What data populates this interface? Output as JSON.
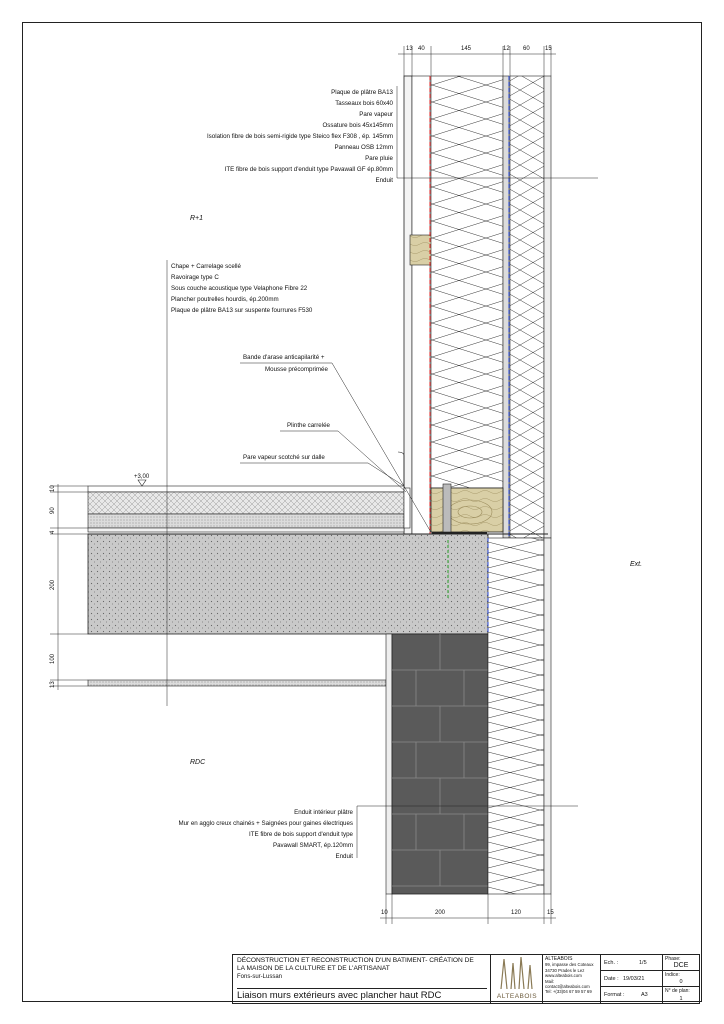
{
  "levels": {
    "upper": "R+1",
    "lower": "RDC",
    "exterior": "Ext."
  },
  "elevation": "+3,00",
  "dims_top": [
    "13",
    "40",
    "145",
    "12",
    "60",
    "15"
  ],
  "dims_left": [
    "10",
    "90",
    "4",
    "200",
    "100",
    "13"
  ],
  "dims_bottom": [
    "10",
    "200",
    "120",
    "15"
  ],
  "notes_upper_wall": [
    "Plaque de plâtre BA13",
    "Tasseaux bois 60x40",
    "Pare vapeur",
    "Ossature bois 45x145mm",
    "Isolation fibre de bois semi-rigide type Steico flex F308 , ép. 145mm",
    "Panneau OSB 12mm",
    "Pare pluie",
    "ITE fibre de bois support d'enduit type Pavawall GF ép.80mm",
    "Enduit"
  ],
  "notes_floor": [
    "Chape + Carrelage scellé",
    "Ravoirage type C",
    "Sous couche acoustique type Velaphone Fibre 22",
    "Plancher poutrelles hourdis, ép.200mm",
    "Plaque de plâtre BA13 sur suspente fourrures F530"
  ],
  "callouts": {
    "bande_1": "Bande d'arase anticapilarité +",
    "bande_2": "Mousse précomprimée",
    "plinthe": "Plinthe carrelée",
    "pare_vapeur": "Pare vapeur scotché sur dalle"
  },
  "notes_lower_wall": [
    "Enduit intérieur plâtre",
    "Mur en agglo creux chainés + Saignées pour gaines électriques",
    "ITE fibre de bois support d'enduit type",
    "Pavawall SMART, ép.120mm",
    "Enduit"
  ],
  "title_block": {
    "project_line1": "DÉCONSTRUCTION ET RECONSTRUCTION D'UN BATIMENT- CRÉATION DE",
    "project_line2": "LA MAISON DE LA CULTURE ET DE L'ARTISANAT",
    "location": "Fons-sur-Lussan",
    "drawing_title": "Liaison murs extérieurs avec plancher haut RDC",
    "logo_name": "ALTEABOIS",
    "company": "ALTEABOIS",
    "address_lines": [
      "99, impasse des Coteaux",
      "34730 Prades le Lez",
      "www.alteabois.com",
      "Mail: contact@alteabois.com",
      "Tel: +(33)04 67 59 57 69"
    ],
    "ech_label": "Ech. :",
    "ech_value": "1/5",
    "date_label": "Date :",
    "date_value": "19/03/21",
    "format_label": "Format :",
    "format_value": "A3",
    "phase_label": "Phase:",
    "phase_value": "DCE",
    "indice_label": "Indice:",
    "indice_value": "0",
    "plan_label": "N° de plan:",
    "plan_value": "1"
  },
  "colors": {
    "concrete": "#c9c9c9",
    "insulation": "#ffffff",
    "timber": "#d9cfa6",
    "block": "#5a5a5a",
    "vapour": "#e02020",
    "rain": "#2040d0"
  }
}
